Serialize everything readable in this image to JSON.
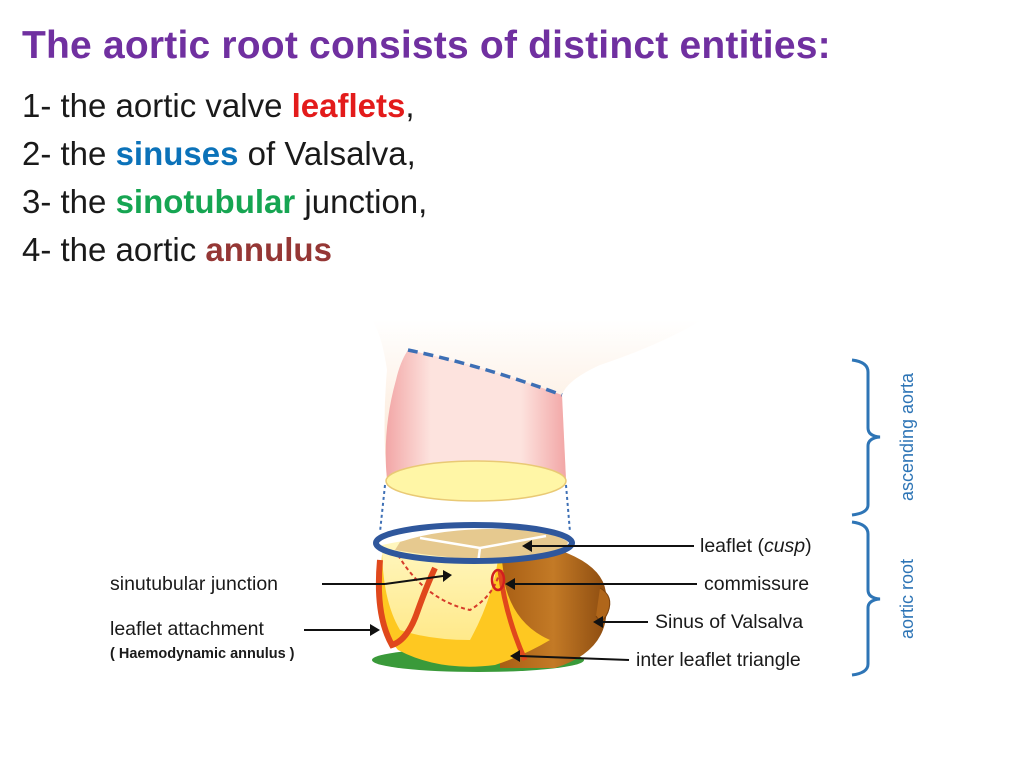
{
  "heading": "The aortic root consists of distinct entities:",
  "items": [
    {
      "prefix": "1- the aortic valve ",
      "term": "leaflets",
      "suffix": ","
    },
    {
      "prefix": "2- the ",
      "term": "sinuses",
      "suffix": " of Valsalva,"
    },
    {
      "prefix": "3- the ",
      "term": "sinotubular",
      "suffix": " junction,"
    },
    {
      "prefix": "4- the aortic  ",
      "term": "annulus",
      "suffix": ""
    }
  ],
  "colors": {
    "heading": "#7030a0",
    "leaflets": "#e31b1b",
    "sinuses": "#0b72b9",
    "sinotubular": "#16a552",
    "annulus": "#953735",
    "bracket": "#2e75b6"
  },
  "diagram": {
    "left_labels": {
      "sinutubular": "sinutubular junction",
      "attachment": "leaflet attachment",
      "haemodynamic": "( Haemodynamic annulus )"
    },
    "right_labels": {
      "leaflet_prefix": "leaflet (",
      "leaflet_italic": "cusp",
      "leaflet_suffix": ")",
      "commissure": "commissure",
      "sinus": "Sinus of Valsalva",
      "triangle": "inter leaflet triangle"
    },
    "brackets": {
      "ascending": "ascending aorta",
      "root": "aortic root"
    }
  }
}
